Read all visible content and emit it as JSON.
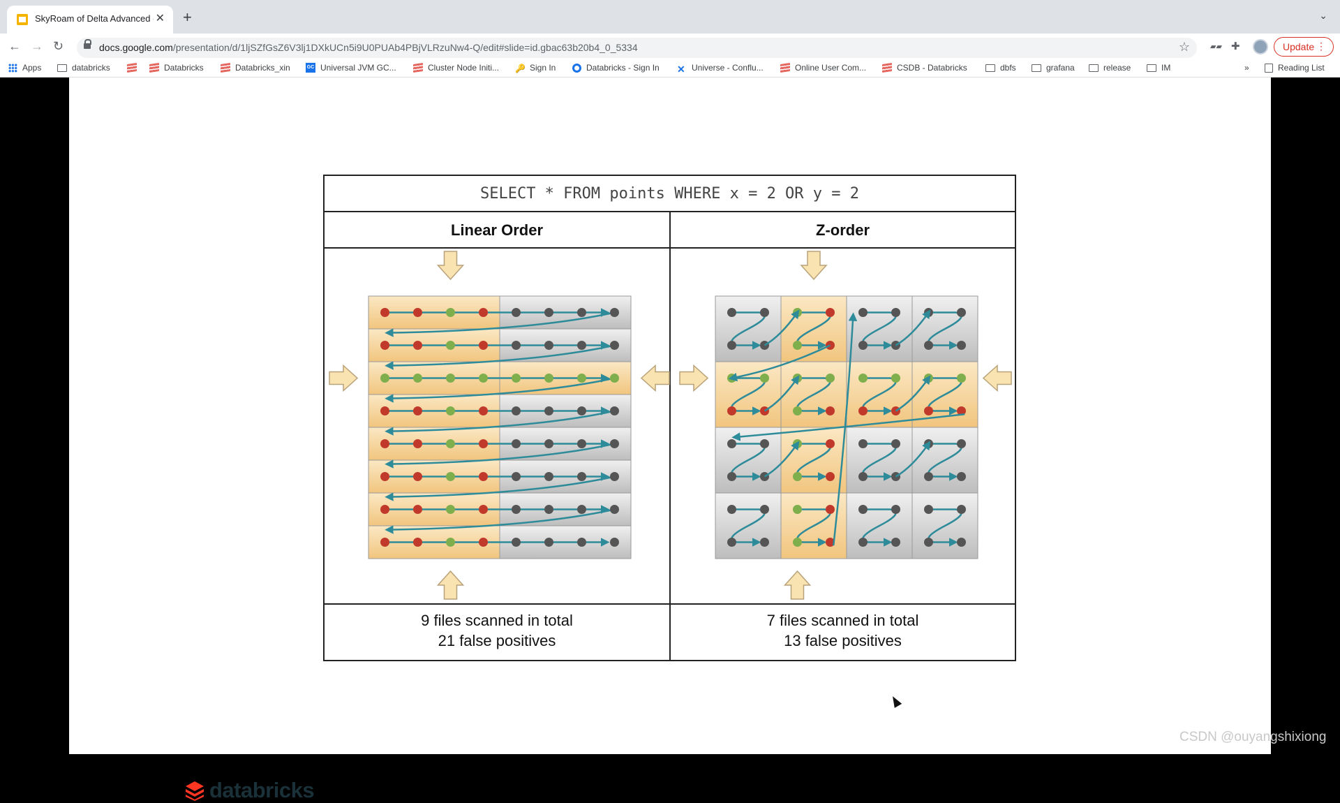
{
  "browser": {
    "tab_title": "SkyRoam of Delta Advanced -",
    "url_host": "docs.google.com",
    "url_path": "/presentation/d/1ljSZfGsZ6V3lj1DXkUCn5i9U0PUAb4PBjVLRzuNw4-Q/edit#slide=id.gbac63b20b4_0_5334",
    "update_label": "Update",
    "reading_list": "Reading List",
    "bookmarks_overflow": "»",
    "bookmarks": [
      {
        "label": "Apps",
        "icon": "apps-grid-icon"
      },
      {
        "label": "databricks",
        "icon": "folder-icon"
      },
      {
        "label": "",
        "icon": "databricks-icon"
      },
      {
        "label": "Databricks",
        "icon": "databricks-icon"
      },
      {
        "label": "Databricks_xin",
        "icon": "databricks-icon"
      },
      {
        "label": "Universal JVM GC...",
        "icon": "gc-icon"
      },
      {
        "label": "Cluster Node Initi...",
        "icon": "databricks-icon"
      },
      {
        "label": "Sign In",
        "icon": "signin-icon"
      },
      {
        "label": "Databricks - Sign In",
        "icon": "circle-icon"
      },
      {
        "label": "Universe - Conflu...",
        "icon": "confluence-icon"
      },
      {
        "label": "Online User Com...",
        "icon": "databricks-icon"
      },
      {
        "label": "CSDB - Databricks",
        "icon": "databricks-icon"
      },
      {
        "label": "dbfs",
        "icon": "folder-icon"
      },
      {
        "label": "grafana",
        "icon": "folder-icon"
      },
      {
        "label": "release",
        "icon": "folder-icon"
      },
      {
        "label": "IM",
        "icon": "folder-icon"
      }
    ]
  },
  "slide": {
    "query": "SELECT * FROM points WHERE x = 2 OR y = 2",
    "left_title": "Linear Order",
    "right_title": "Z-order",
    "left_foot_1": "9 files scanned in total",
    "left_foot_2": "21 false positives",
    "right_foot_1": "7 files scanned in total",
    "right_foot_2": "13 false positives",
    "logo_text": "databricks",
    "colors": {
      "match": "#c0392b",
      "hit": "#7fae4d",
      "miss": "#555555",
      "path": "#2e8b9a",
      "scanned": "#f6d9a0",
      "skipped": "#d4d4d4"
    }
  },
  "watermark": "CSDN @ouyangshixiong"
}
